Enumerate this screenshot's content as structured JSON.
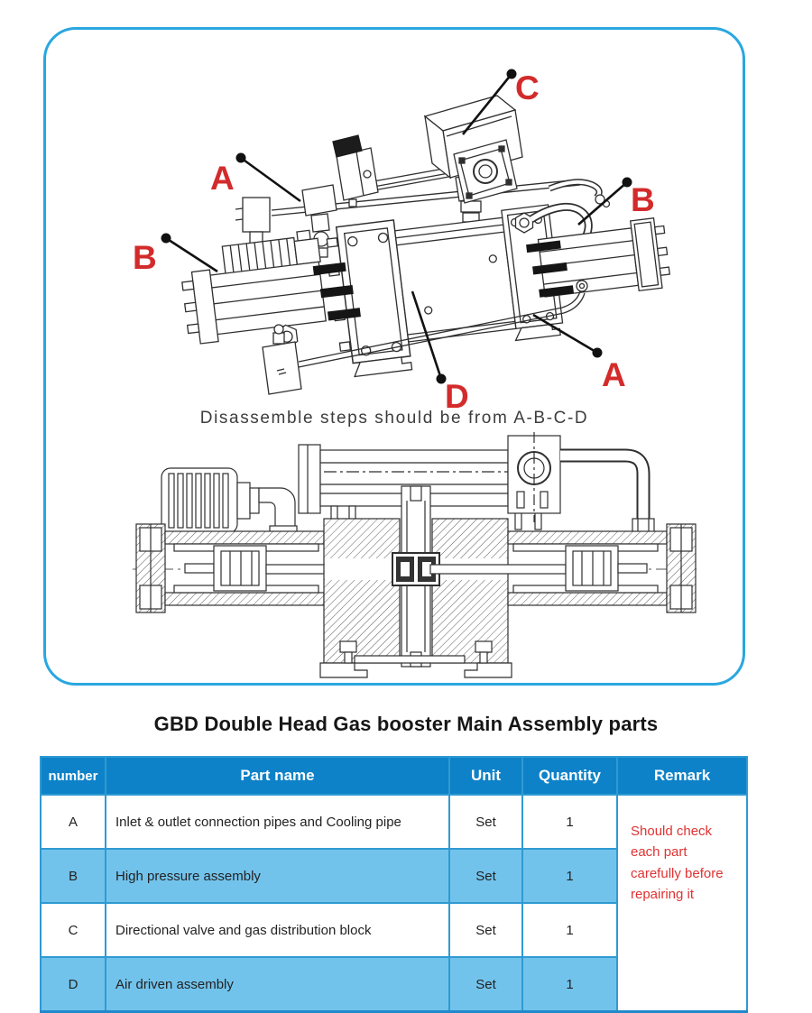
{
  "figure": {
    "caption": "Disassemble steps should be from A-B-C-D",
    "border_color": "#29a7e0",
    "label_color": "#d32b2b",
    "labels": [
      {
        "letter": "C"
      },
      {
        "letter": "A"
      },
      {
        "letter": "B"
      },
      {
        "letter": "B"
      },
      {
        "letter": "A"
      },
      {
        "letter": "D"
      }
    ]
  },
  "title": "GBD  Double Head Gas booster Main Assembly parts",
  "table": {
    "headers": [
      "number",
      "Part name",
      "Unit",
      "Quantity",
      "Remark"
    ],
    "rows": [
      {
        "number": "A",
        "part_name": "Inlet & outlet connection  pipes and Cooling pipe",
        "unit": "Set",
        "quantity": "1"
      },
      {
        "number": "B",
        "part_name": "High pressure assembly",
        "unit": "Set",
        "quantity": "1"
      },
      {
        "number": "C",
        "part_name": "Directional valve and gas  distribution block",
        "unit": "Set",
        "quantity": "1"
      },
      {
        "number": "D",
        "part_name": "Air driven assembly",
        "unit": "Set",
        "quantity": "1"
      }
    ],
    "remark": "Should check each part carefully before repairing it",
    "colors": {
      "header_bg": "#0e82c8",
      "header_text": "#ffffff",
      "alt_row_bg": "#72c3ec",
      "grid_border": "#2f9ad2",
      "remark_text": "#e03232"
    }
  }
}
